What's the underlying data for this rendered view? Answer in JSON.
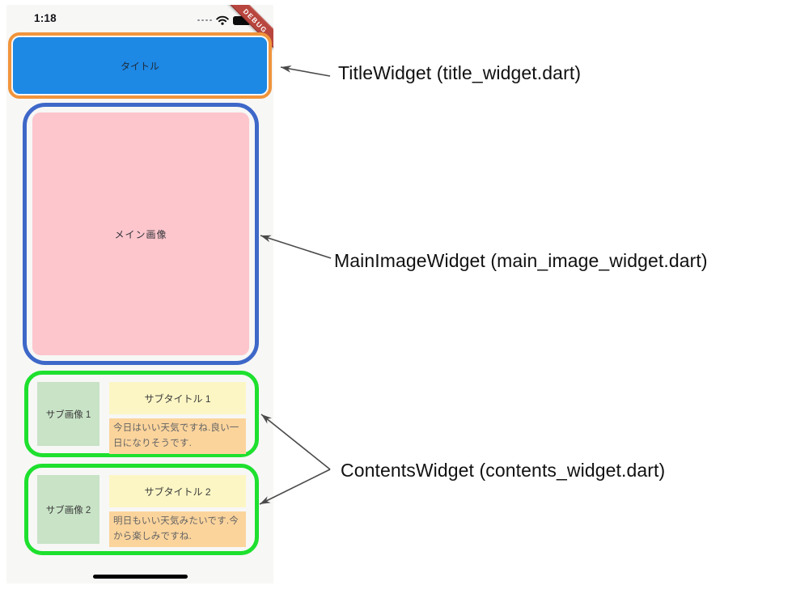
{
  "phone": {
    "status_bar": {
      "time": "1:18",
      "icons": [
        "cellular-dots-icon",
        "wifi-icon",
        "battery-icon"
      ]
    },
    "debug_banner": "DEBUG",
    "title_widget": {
      "label": "タイトル"
    },
    "main_image_widget": {
      "label": "メイン画像"
    },
    "contents": [
      {
        "image_label": "サブ画像 1",
        "subtitle": "サブタイトル 1",
        "body": "今日はいい天気ですね.良い一日になりそうです."
      },
      {
        "image_label": "サブ画像 2",
        "subtitle": "サブタイトル 2",
        "body": "明日もいい天気みたいです.今から楽しみですね."
      }
    ]
  },
  "annotations": [
    {
      "label": "TitleWidget (title_widget.dart)"
    },
    {
      "label": "MainImageWidget (main_image_widget.dart)"
    },
    {
      "label": "ContentsWidget (contents_widget.dart)"
    }
  ],
  "colors": {
    "title_fill": "#1e88e5",
    "title_border": "#f0943c",
    "main_image_fill": "#fcc6cc",
    "main_image_border": "#3e68c8",
    "content_border": "#1ee02e",
    "sub_image_fill": "#c8e3c6",
    "sub_title_fill": "#fcf6c5",
    "sub_body_fill": "#fbd49c",
    "debug_banner": "#b8463e",
    "phone_background": "#f7f7f6",
    "arrow": "#4a4a4a"
  }
}
